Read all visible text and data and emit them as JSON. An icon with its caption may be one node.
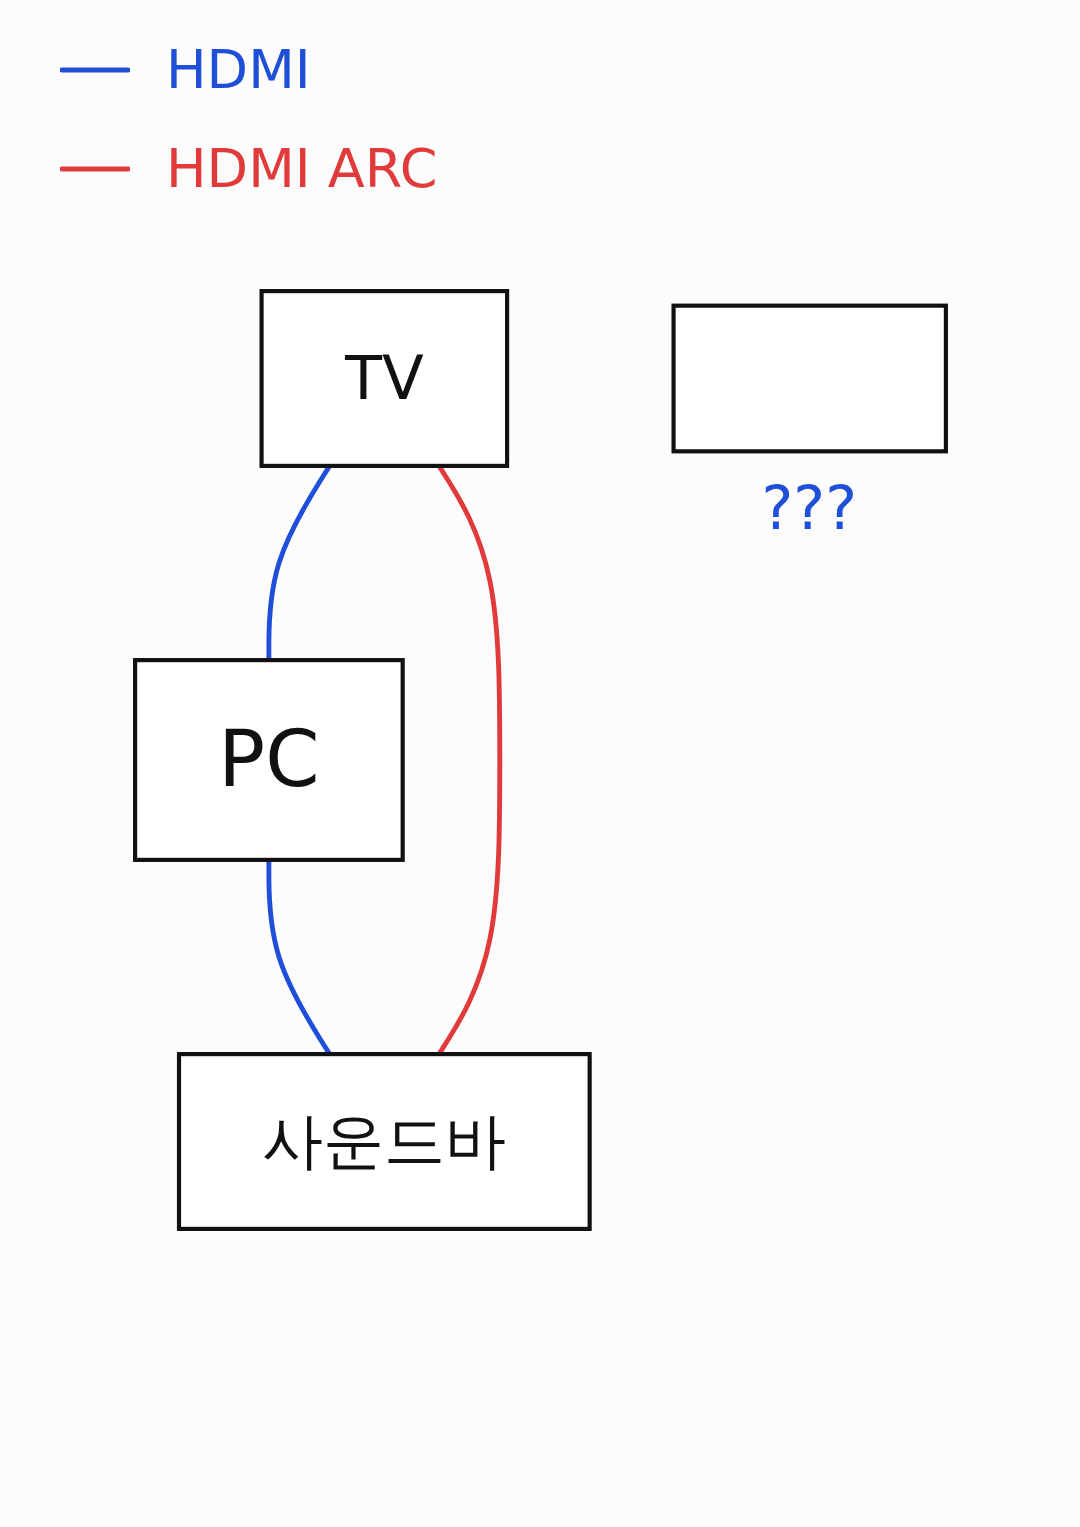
{
  "diagram": {
    "nodes": [
      {
        "text": [
          "TV"
        ]
      },
      {
        "text": [
          "PC"
        ]
      },
      {
        "text": [
          "사운드바"
        ]
      },
      {
        "text": [],
        "shape": "box",
        "beside": [
          "???"
        ]
      }
    ],
    "edges": [
      {
        "from": 0,
        "to": 1,
        "arrow": "none",
        "color": "#1f4fd8"
      },
      {
        "from": 1,
        "to": 2,
        "arrow": "none",
        "color": "#1f4fd8"
      },
      {
        "from": 0,
        "to": 2,
        "arrow": "none",
        "color": "#e03a3a"
      }
    ],
    "legend": [
      {
        "text": "HDMI",
        "color": "#1f4fd8"
      },
      {
        "text": "HDMI ARC",
        "color": "#e03a3a"
      }
    ]
  }
}
